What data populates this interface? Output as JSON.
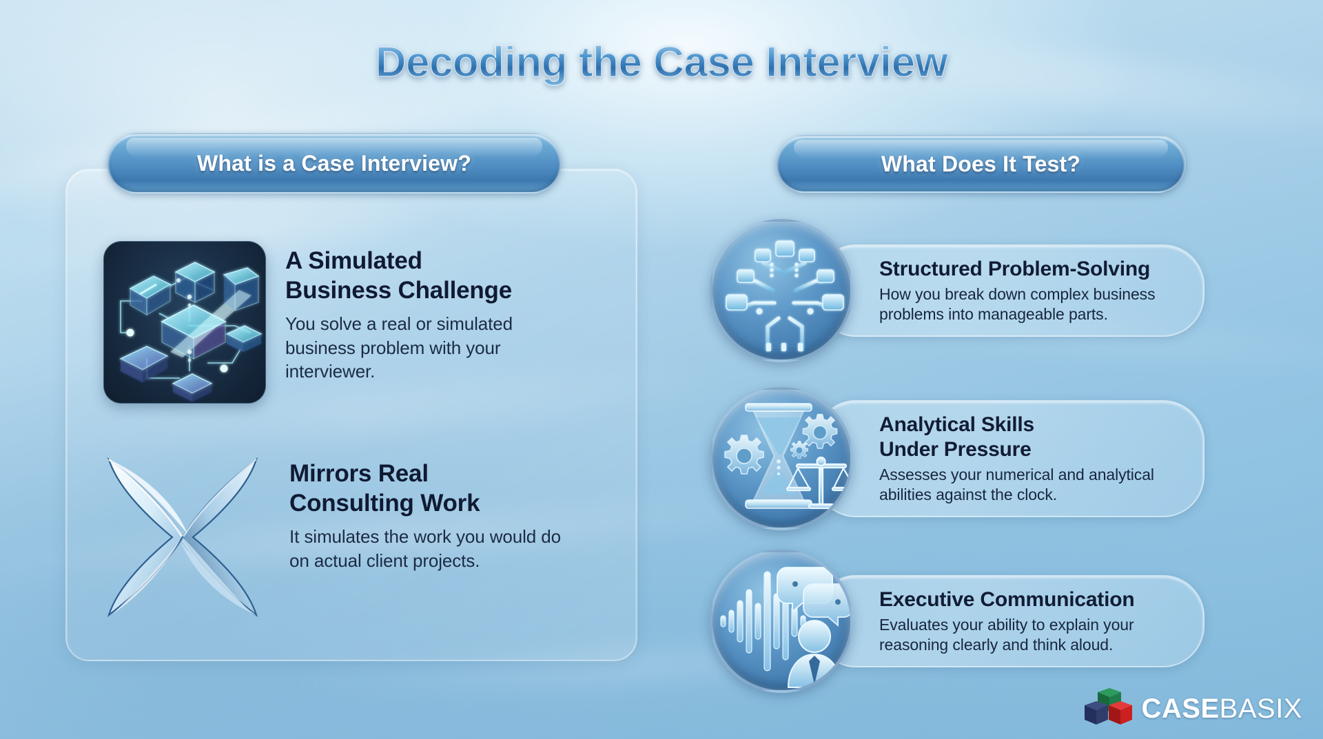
{
  "title": "Decoding the Case Interview",
  "left_section": {
    "heading": "What is a Case Interview?",
    "items": [
      {
        "icon": "isometric-network-diagram-icon",
        "heading_line1": "A Simulated",
        "heading_line2": "Business Challenge",
        "body": "You solve a real or simulated business problem with your interviewer."
      },
      {
        "icon": "crystal-x-icon",
        "heading_line1": "Mirrors Real",
        "heading_line2": "Consulting Work",
        "body": "It simulates the work you would do on actual client projects."
      }
    ]
  },
  "right_section": {
    "heading": "What Does It Test?",
    "items": [
      {
        "icon": "circuit-tree-icon",
        "heading_line1": "Structured Problem-Solving",
        "heading_line2": "",
        "body": "How you break down complex business problems into manageable parts."
      },
      {
        "icon": "hourglass-gears-scales-icon",
        "heading_line1": "Analytical Skills",
        "heading_line2": "Under Pressure",
        "body": "Assesses your numerical and analytical abilities against the clock."
      },
      {
        "icon": "speech-waveform-presenter-icon",
        "heading_line1": "Executive Communication",
        "heading_line2": "",
        "body": "Evaluates your ability to explain your reasoning clearly and think aloud."
      }
    ]
  },
  "logo": {
    "name_bold": "CASE",
    "name_light": "BASIX",
    "cube_colors": {
      "top": "#1f7a4a",
      "left": "#2f3d6b",
      "right": "#cc1f1f"
    }
  },
  "colors": {
    "accent_blue": "#3d79af",
    "heading_navy": "#101a33",
    "background_blue": "#9ec9e2"
  }
}
